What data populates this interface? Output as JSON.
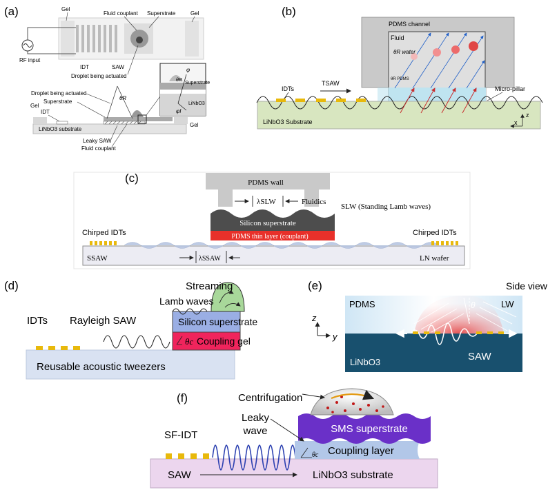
{
  "panel_a": {
    "label": "(a)",
    "gel_left": "Gel",
    "gel_right": "Gel",
    "fluid_couplant_top": "Fluid couplant",
    "superstrate_top": "Superstrate",
    "rf_input": "RF input",
    "idt_top": "IDT",
    "saw": "SAW",
    "droplet_top": "Droplet being actuated",
    "theta_r": "θR",
    "droplet_side": "Droplet being actuated",
    "superstrate_side": "Superstrate",
    "gel_side_left": "Gel",
    "idt_side": "IDT",
    "substrate": "LiNbO3 substrate",
    "gel_side_right": "Gel",
    "leaky_saw": "Leaky SAW",
    "fluid_couplant_side": "Fluid couplant",
    "inset_superstrate": "Superstrate",
    "inset_linbo3": "LiNbO3",
    "inset_phi_top": "φ",
    "inset_phi_bottom": "φI",
    "inset_theta": "θR"
  },
  "panel_b": {
    "label": "(b)",
    "channel": "PDMS channel",
    "fluid": "Fluid",
    "theta_water": "θR water",
    "theta_pdms": "θR PDMS",
    "idts": "IDTs",
    "tsaw": "TSAW",
    "micro_pillar": "Micro-pillar",
    "substrate": "LiNbO3 Substrate",
    "axis_z": "z",
    "axis_x": "x"
  },
  "panel_c": {
    "label": "(c)",
    "pdms_wall": "PDMS wall",
    "lambda_slw": "λSLW",
    "fluidics": "Fluidics",
    "slw": "SLW (Standing Lamb waves)",
    "silicon": "Silicon superstrate",
    "pdms_thin": "PDMS thin layer (couplant)",
    "chirped_left": "Chirped IDTs",
    "chirped_right": "Chirped IDTs",
    "ssaw": "SSAW",
    "lambda_ssaw": "λSSAW",
    "ln_wafer": "LN wafer"
  },
  "panel_d": {
    "label": "(d)",
    "streaming": "Streaming",
    "lamb": "Lamb waves",
    "idts": "IDTs",
    "rayleigh": "Rayleigh SAW",
    "silicon": "Silicon superstrate",
    "coupling": "Coupling gel",
    "theta_c": "θc",
    "base": "Reusable acoustic tweezers"
  },
  "panel_e": {
    "label": "(e)",
    "side_view": "Side view",
    "pdms": "PDMS",
    "lw": "LW",
    "theta": "θ",
    "axis_z": "z",
    "axis_y": "y",
    "linbo3": "LiNbO3",
    "saw": "SAW"
  },
  "panel_f": {
    "label": "(f)",
    "centrifugation": "Centrifugation",
    "leaky_wave": "Leaky\nwave",
    "sms": "SMS superstrate",
    "sf_idt": "SF-IDT",
    "theta_c": "θc",
    "coupling_layer": "Coupling layer",
    "saw": "SAW",
    "substrate": "LiNbO3 substrate"
  },
  "colors": {
    "idt_gold": "#e8b90c",
    "substrate_green": "#d8e6c0",
    "fluid_blue": "#bfe4f0",
    "pdms_grey": "#cfcfcf",
    "silicon_dark": "#555555",
    "pdms_red": "#e8302a",
    "silicon_blue": "#9aaee4",
    "coupling_red": "#f0245c",
    "linbo3_navy": "#18506e",
    "sms_purple": "#6a30c8",
    "lavender": "#ecd6ee"
  }
}
